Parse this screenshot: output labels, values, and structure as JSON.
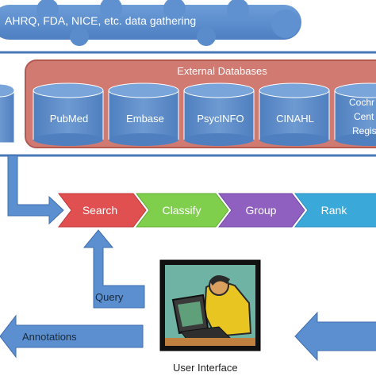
{
  "cloud": {
    "text": "AHRQ, FDA, NICE, etc. data gathering"
  },
  "external_databases": {
    "title": "External Databases",
    "databases": [
      "PubMed",
      "Embase",
      "PsycINFO",
      "CINAHL"
    ],
    "partial_database": [
      "Cochr",
      "Cent",
      "Regis"
    ]
  },
  "pipeline": {
    "steps": [
      "Search",
      "Classify",
      "Group",
      "Rank"
    ],
    "colors": [
      "#e05050",
      "#7fcf4c",
      "#9060c0",
      "#3aa9d9"
    ]
  },
  "arrows": {
    "query": "Query",
    "annotations": "Annotations"
  },
  "user_interface": {
    "caption": "User Interface"
  },
  "colors": {
    "arrow_blue": "#5b8fd0",
    "db_fill": "#5a8ac8",
    "panel_fill": "#d07a72"
  }
}
